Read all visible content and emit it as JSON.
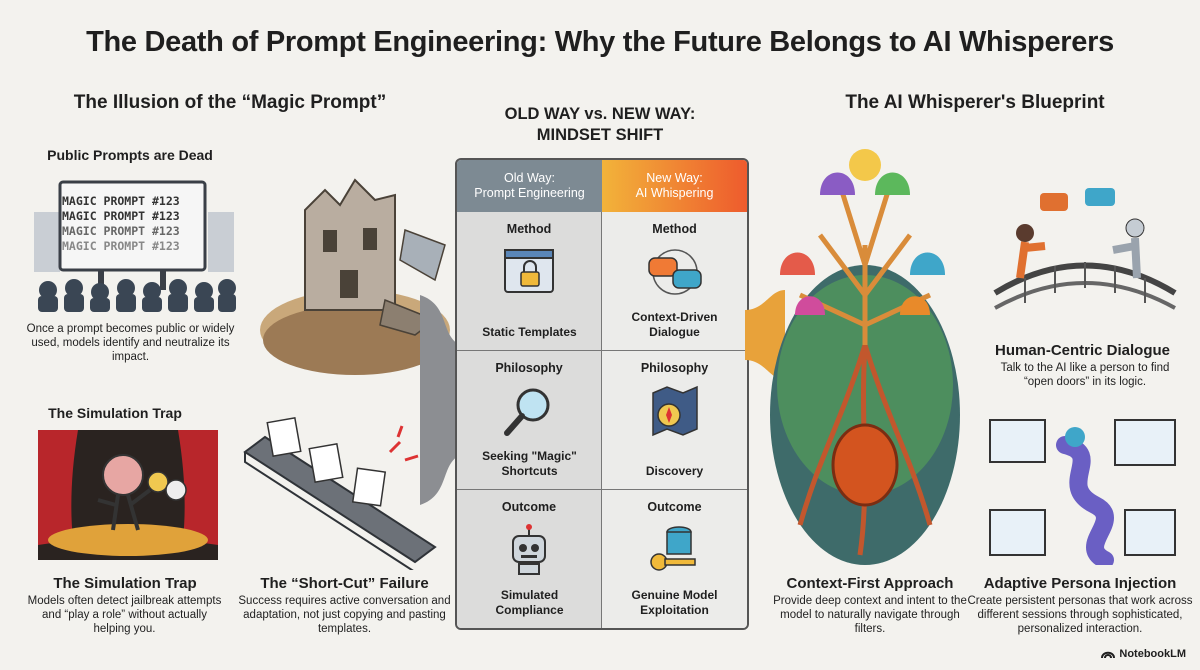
{
  "title": "The Death of Prompt Engineering: Why the Future Belongs to AI Whisperers",
  "left": {
    "heading": "The Illusion of the “Magic Prompt”",
    "public": {
      "title": "Public Prompts are Dead",
      "screen_lines": [
        "MAGIC PROMPT #123",
        "MAGIC PROMPT #123",
        "MAGIC PROMPT #123",
        "MAGIC PROMPT #123"
      ],
      "body": "Once a prompt becomes public or widely used, models identify and neutralize its impact."
    },
    "sim_label": "The Simulation Trap",
    "sim": {
      "title": "The Simulation Trap",
      "body": "Models often detect jailbreak attempts and “play a role” without actually helping you."
    },
    "shortcut": {
      "title": "The “Short-Cut” Failure",
      "body": "Success requires active conversation and adaptation, not just copying and pasting templates."
    }
  },
  "middle": {
    "heading_line1": "OLD WAY vs. NEW WAY:",
    "heading_line2": "MINDSET SHIFT",
    "old_head_line1": "Old Way:",
    "old_head_line2": "Prompt Engineering",
    "new_head_line1": "New Way:",
    "new_head_line2": "AI Whispering",
    "rows": [
      {
        "heading": "Method",
        "old_line1": "Static Templates",
        "old_line2": "",
        "new_line1": "Context-Driven",
        "new_line2": "Dialogue"
      },
      {
        "heading": "Philosophy",
        "old_line1": "Seeking \"Magic\"",
        "old_line2": "Shortcuts",
        "new_line1": "Discovery",
        "new_line2": ""
      },
      {
        "heading": "Outcome",
        "old_line1": "Simulated",
        "old_line2": "Compliance",
        "new_line1": "Genuine Model",
        "new_line2": "Exploitation"
      }
    ]
  },
  "right": {
    "heading": "The AI Whisperer's Blueprint",
    "dialogue": {
      "title": "Human-Centric Dialogue",
      "body": "Talk to the AI like a person to find “open doors” in its logic."
    },
    "context": {
      "title": "Context-First Approach",
      "body": "Provide deep context and intent to the model to naturally navigate through filters."
    },
    "persona": {
      "title": "Adaptive Persona Injection",
      "body": "Create persistent personas that work across different sessions through sophisticated, personalized interaction."
    }
  },
  "brand": "NotebookLM",
  "colors": {
    "old_head": "#7d8a93",
    "new_head_start": "#f2b33a",
    "new_head_end": "#ee5b2d"
  }
}
